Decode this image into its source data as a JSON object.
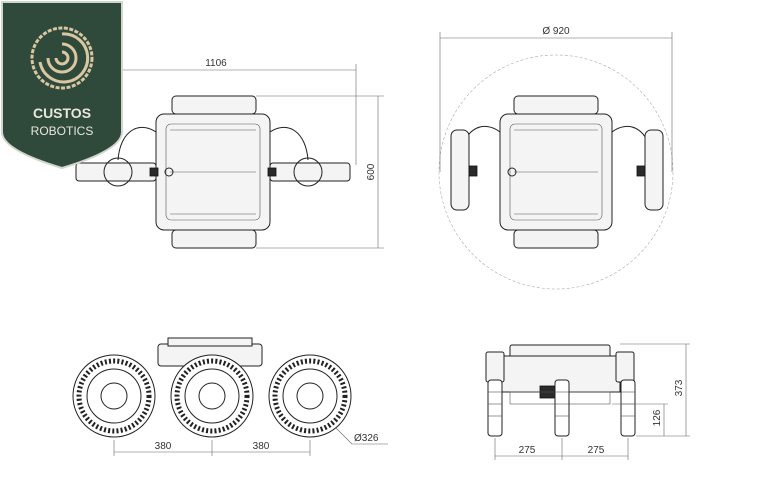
{
  "logo": {
    "line1": "CUSTOS",
    "line2": "ROBOTICS",
    "bg_color": "#2f4a3a",
    "accent_color": "#d9c6a3",
    "icon": "spiral-icon"
  },
  "dimensions": {
    "top_view_width": "1106",
    "top_view_depth": "600",
    "turning_diameter": "Ø 920",
    "wheel_spacing_left": "380",
    "wheel_spacing_right": "380",
    "wheel_diameter": "Ø326",
    "track_left": "275",
    "track_right": "275",
    "overall_height": "373",
    "ground_clearance": "126"
  }
}
